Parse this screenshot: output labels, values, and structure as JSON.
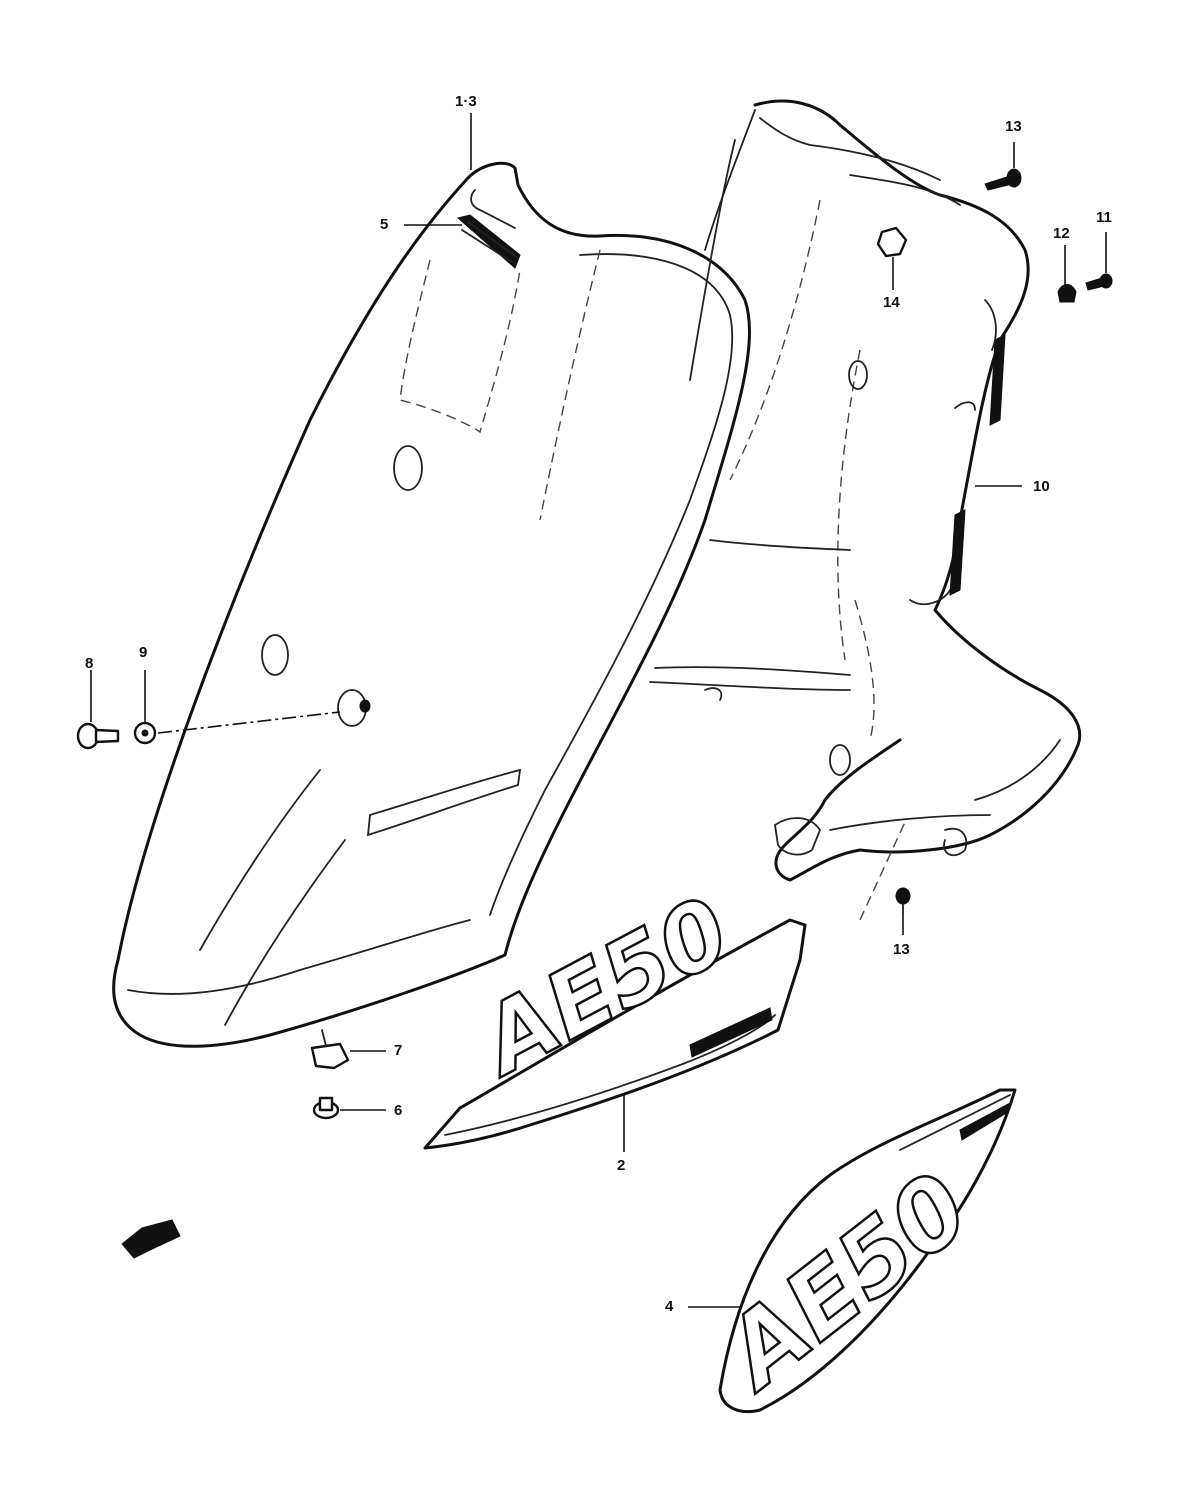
{
  "labels": {
    "l13": "1·3",
    "l5": "5",
    "l13top": "13",
    "l12": "12",
    "l11": "11",
    "l14": "14",
    "l10": "10",
    "l8": "8",
    "l9": "9",
    "l13bottom": "13",
    "l7": "7",
    "l6": "6",
    "l2": "2",
    "l4": "4"
  },
  "decals": {
    "front": "AE50",
    "side": "AE50"
  }
}
